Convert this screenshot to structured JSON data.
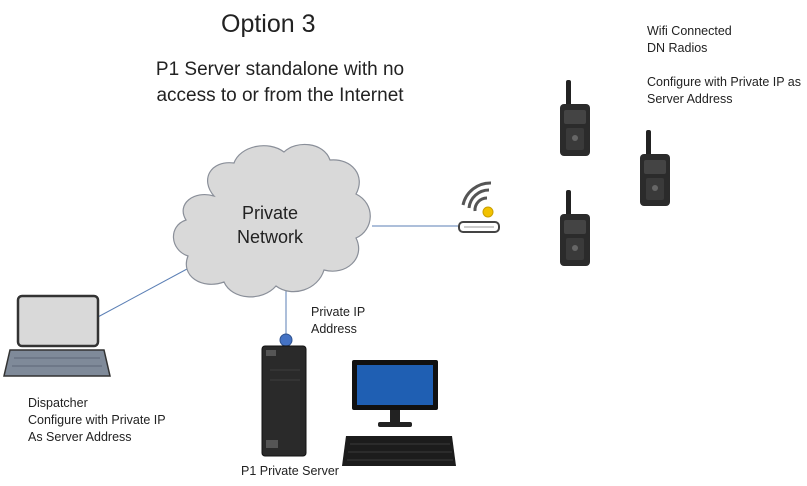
{
  "diagram": {
    "title": "Option 3",
    "subtitle": "P1 Server standalone with no access to or from the Internet",
    "cloud_label_line1": "Private",
    "cloud_label_line2": "Network",
    "radios_label": {
      "line1": "Wifi Connected",
      "line2": "DN Radios",
      "line3": "Configure with Private IP as",
      "line4": "Server Address"
    },
    "private_ip_label": {
      "line1": "Private IP",
      "line2": "Address"
    },
    "dispatcher_label": {
      "line1": "Dispatcher",
      "line2": "Configure with Private IP",
      "line3": "As Server Address"
    },
    "server_label": "P1 Private Server"
  },
  "icons": {
    "cloud": "private-network-cloud-icon",
    "router": "wifi-router-icon",
    "radio": "two-way-radio-icon",
    "laptop": "laptop-icon",
    "server": "tower-server-icon",
    "monitor": "monitor-icon",
    "keyboard": "keyboard-icon"
  },
  "colors": {
    "link_line": "#5b7fb5",
    "cloud_fill": "#d9d9d9",
    "cloud_stroke": "#8a8f99",
    "node_dot": "#4472c4",
    "wifi_dot": "#f2c200"
  }
}
